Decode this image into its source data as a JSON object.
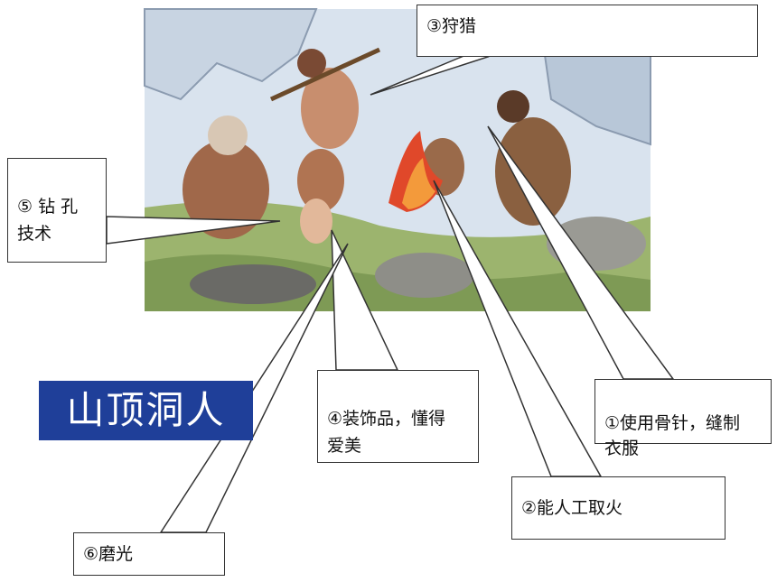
{
  "title": "山顶洞人",
  "callouts": {
    "c3": "③狩猎",
    "c5": "⑤ 钻 孔\n技术",
    "c4": "④装饰品，懂得\n爱美",
    "c1": "①使用骨针，缝制\n衣服",
    "c2": "②能人工取火",
    "c6": "⑥磨光"
  },
  "colors": {
    "title_bg": "#1f3f99",
    "title_text": "#ffffff",
    "fire": "#e0482a"
  }
}
